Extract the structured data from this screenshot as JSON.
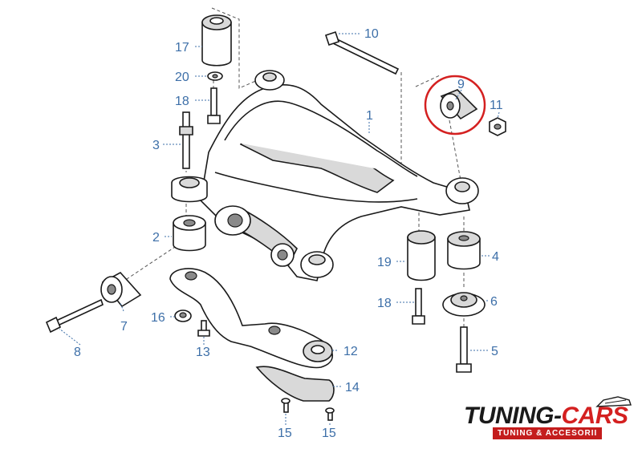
{
  "callouts": {
    "c1": "1",
    "c2": "2",
    "c3": "3",
    "c4": "4",
    "c5": "5",
    "c6": "6",
    "c7": "7",
    "c8": "8",
    "c9": "9",
    "c10": "10",
    "c11": "11",
    "c12": "12",
    "c13": "13",
    "c14": "14",
    "c15a": "15",
    "c15b": "15",
    "c16": "16",
    "c17": "17",
    "c18a": "18",
    "c18b": "18",
    "c19": "19",
    "c20": "20"
  },
  "brand": {
    "name_main": "TUNING-",
    "name_accent": "CARS",
    "tagline": "TUNING & ACCESORII"
  },
  "colors": {
    "callout": "#3d6fa8",
    "highlight_circle": "#d42020",
    "brand_red": "#c41d1d"
  }
}
